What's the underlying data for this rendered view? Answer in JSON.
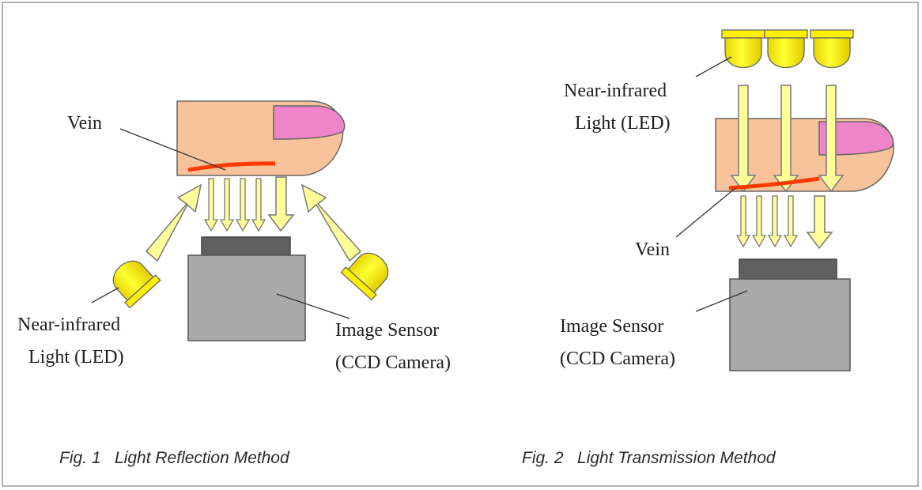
{
  "figure1": {
    "caption": "Fig. 1   Light Reflection Method",
    "vein_label": "Vein",
    "led_label_line1": "Near-infrared",
    "led_label_line2": "Light (LED)",
    "sensor_label_line1": "Image Sensor",
    "sensor_label_line2": "(CCD Camera)"
  },
  "figure2": {
    "caption": "Fig. 2   Light Transmission Method",
    "vein_label": "Vein",
    "led_label_line1": "Near-infrared",
    "led_label_line2": "Light (LED)",
    "sensor_label_line1": "Image Sensor",
    "sensor_label_line2": "(CCD Camera)"
  },
  "colors": {
    "finger": "#f8c39a",
    "nail": "#ef85c9",
    "vein": "#ff3a00",
    "light": "#ffff9a",
    "led": "#ffef00",
    "camera_body": "#a9a9a9",
    "camera_lens": "#606060"
  }
}
